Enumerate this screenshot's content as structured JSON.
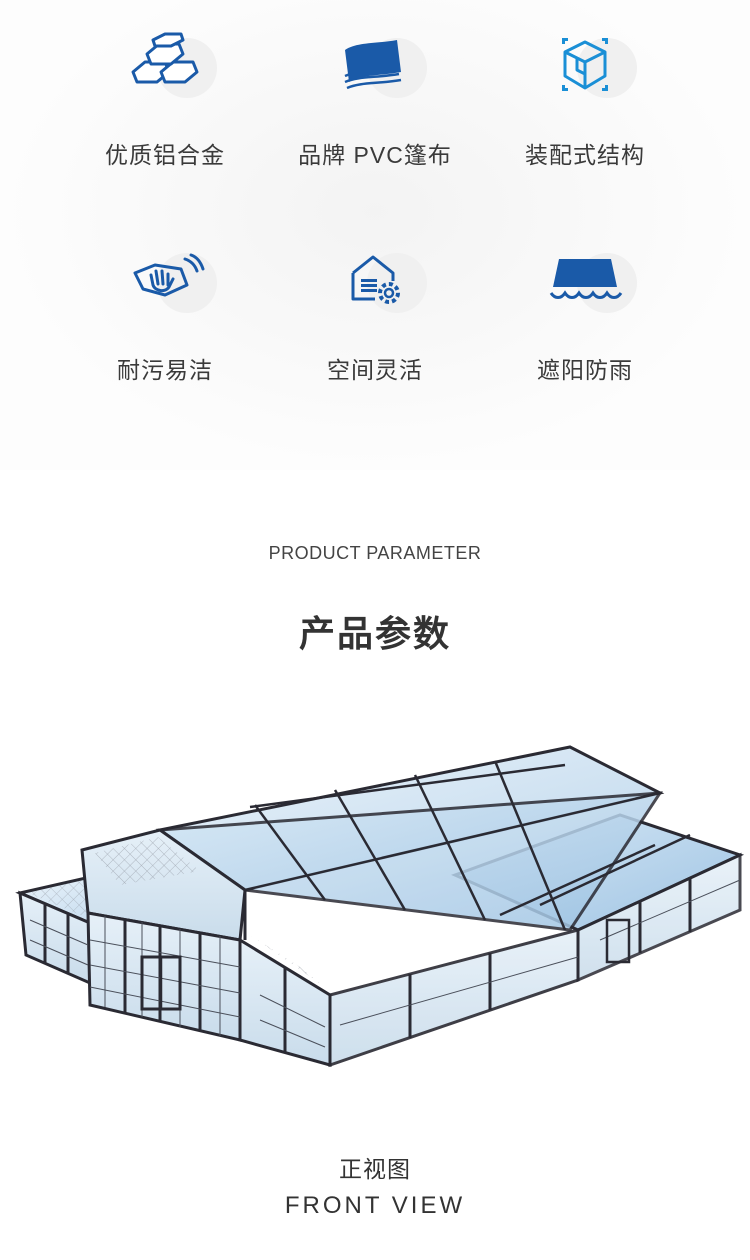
{
  "features": [
    {
      "label": "优质铝合金",
      "icon": "aluminum-ingot-icon"
    },
    {
      "label": "品牌 PVC篷布",
      "icon": "pvc-fabric-icon"
    },
    {
      "label": "装配式结构",
      "icon": "assembly-cube-icon"
    },
    {
      "label": "耐污易洁",
      "icon": "easy-clean-icon"
    },
    {
      "label": "空间灵活",
      "icon": "flexible-space-icon"
    },
    {
      "label": "遮阳防雨",
      "icon": "sunshade-rain-icon"
    }
  ],
  "section": {
    "title_en": "PRODUCT PARAMETER",
    "title_zh": "产品参数"
  },
  "figure": {
    "caption_zh": "正视图",
    "caption_en": "FRONT VIEW"
  },
  "colors": {
    "icon_blue": "#1a5aa8",
    "frame": "#2a2a33",
    "glass": "#cfe3f2"
  }
}
